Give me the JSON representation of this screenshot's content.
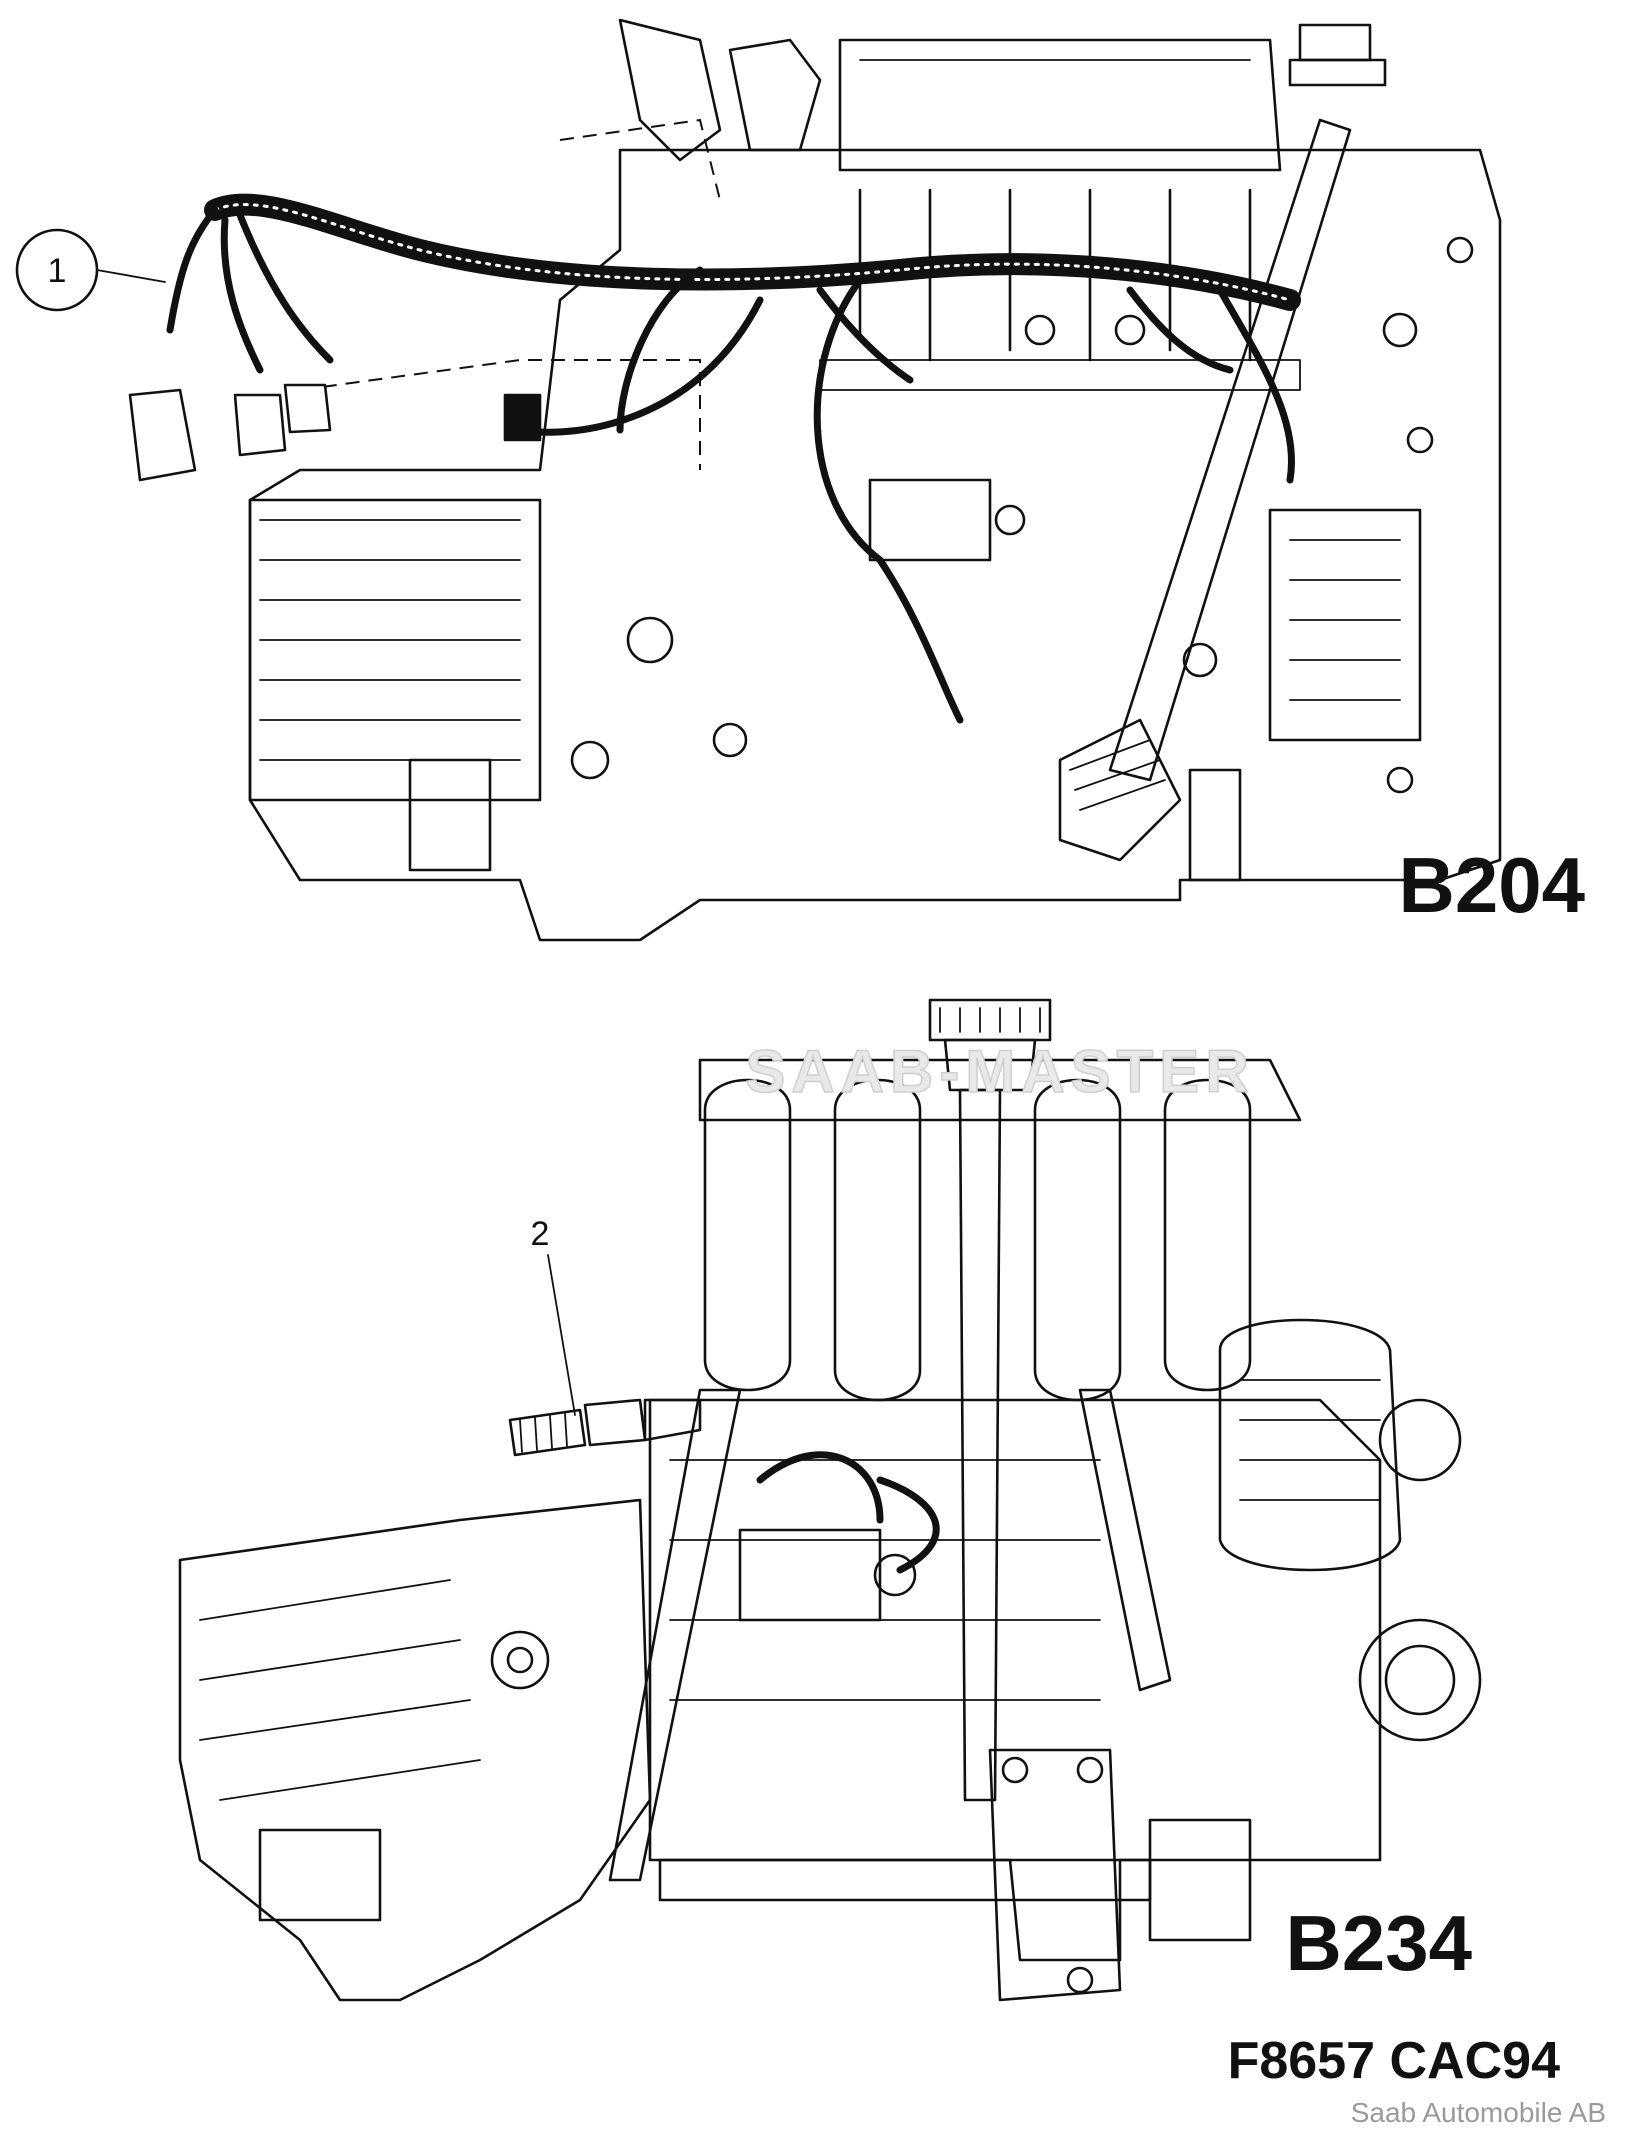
{
  "diagram": {
    "top_engine_label": "B204",
    "bottom_engine_label": "B234",
    "callout_1": "1",
    "callout_2": "2",
    "figure_reference": "F8657 CAC94",
    "copyright": "Saab Automobile AB",
    "watermark": "SAAB-MASTER"
  }
}
